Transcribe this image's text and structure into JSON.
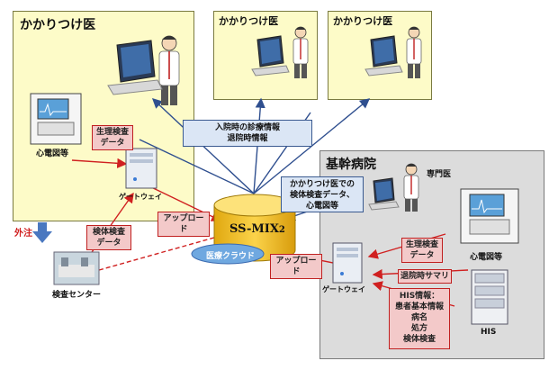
{
  "clinic_main": {
    "title": "かかりつけ医"
  },
  "clinic_2": {
    "title": "かかりつけ医"
  },
  "clinic_3": {
    "title": "かかりつけ医"
  },
  "hospital": {
    "title": "基幹病院",
    "specialist": "専門医"
  },
  "labels": {
    "ecg_left": "心電図等",
    "physio_left": "生理検査データ",
    "gateway_left": "ゲートウェイ",
    "specimen_left": "検体検査データ",
    "upload_left": "アップロード",
    "outpatient": "外注",
    "lab_center": "検査センター",
    "admission_info_line1": "入院時の診療情報",
    "admission_info_line2": "退院時情報",
    "specimen_by_gp_line1": "かかりつけ医での",
    "specimen_by_gp_line2": "検体検査データ、",
    "specimen_by_gp_line3": "心電図等",
    "ssmix_line1": "SS-MIX",
    "ssmix_line2": "2",
    "cloud": "医療クラウド",
    "upload_right": "アップロード",
    "physio_right": "生理検査データ",
    "ecg_right": "心電図等",
    "discharge_summary": "退院時サマリ",
    "gateway_right": "ゲートウェイ",
    "his_info": [
      "HIS情報：",
      "患者基本情報",
      "病名",
      "処方",
      "検体検査"
    ],
    "his": "HIS"
  },
  "colors": {
    "yellow_bg": "#fdfbc8",
    "gray_bg": "#dcdcdc",
    "red_label": "#f3c9c9",
    "blue_label": "#dbe6f5",
    "cylinder": "#f7c21e",
    "arrow_red": "#d02020",
    "arrow_blue": "#2f4f8f"
  }
}
